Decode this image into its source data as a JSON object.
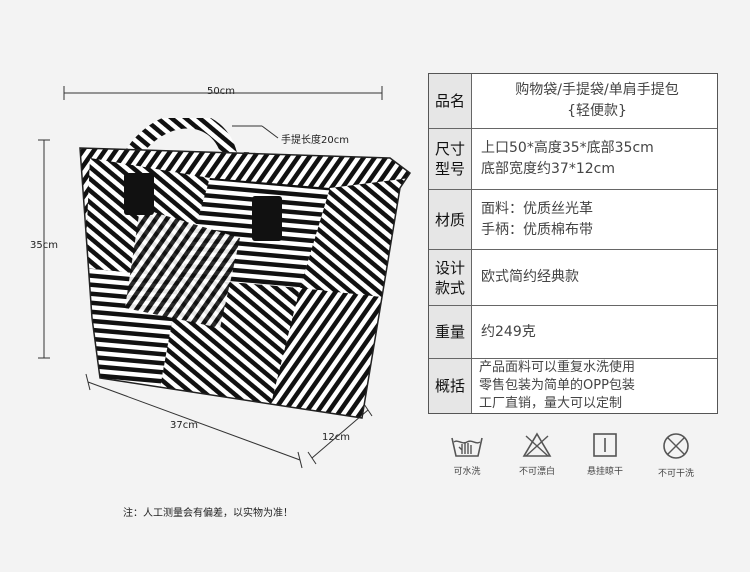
{
  "dimensions": {
    "width": "50cm",
    "height": "35cm",
    "handle": "手提长度20cm",
    "bottom_length": "37cm",
    "bottom_depth": "12cm"
  },
  "note": "注：人工测量会有偏差，以实物为准！",
  "spec_table": [
    {
      "label": "品名",
      "lines": [
        "购物袋/手提袋/单肩手提包",
        "{轻便款}"
      ]
    },
    {
      "label": "尺寸\n型号",
      "lines": [
        "上口50*高度35*底部35cm",
        "底部宽度约37*12cm"
      ]
    },
    {
      "label": "材质",
      "lines": [
        "面料：优质丝光革",
        "手柄：优质棉布带"
      ]
    },
    {
      "label": "设计\n款式",
      "lines": [
        "欧式简约经典款"
      ]
    },
    {
      "label": "重量",
      "lines": [
        "约249克"
      ]
    },
    {
      "label": "概括",
      "lines": [
        "产品面料可以重复水洗使用",
        "零售包装为简单的OPP包装",
        "工厂直销，量大可以定制"
      ]
    }
  ],
  "care": [
    {
      "icon": "hand-wash-icon",
      "label": "可水洗"
    },
    {
      "icon": "no-bleach-icon",
      "label": "不可漂白"
    },
    {
      "icon": "hang-dry-icon",
      "label": "悬挂晾干"
    },
    {
      "icon": "no-dry-clean-icon",
      "label": "不可干洗"
    }
  ]
}
